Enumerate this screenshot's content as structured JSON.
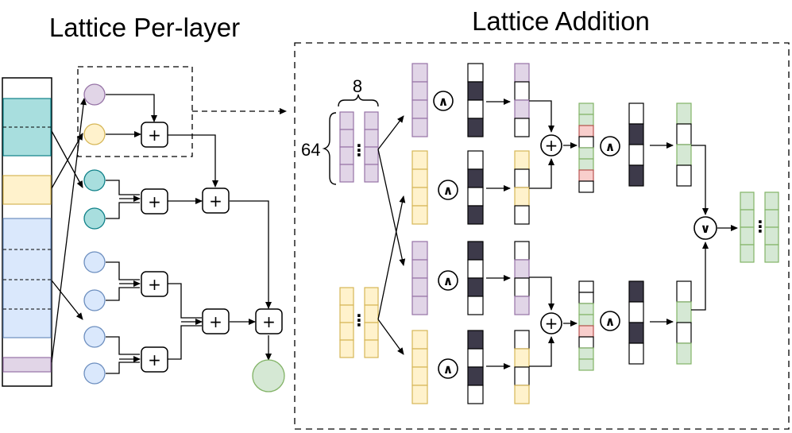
{
  "titles": {
    "left": "Lattice Per-layer",
    "right": "Lattice Addition"
  },
  "labels": {
    "width": "8",
    "height": "64",
    "vdots": "⋮"
  },
  "ops": {
    "add": "+",
    "and": "∧",
    "or": "∨"
  },
  "colors": {
    "teal": "#a8dede",
    "teal_stroke": "#0e8088",
    "yellow": "#fff2cc",
    "yellow_stroke": "#d6b656",
    "blue": "#dae8fc",
    "blue_stroke": "#6c8ebf",
    "purple": "#e1d5e7",
    "purple_stroke": "#9673a6",
    "green": "#d5e8d4",
    "green_stroke": "#82b366",
    "red": "#f8cecc",
    "red_stroke": "#b85450",
    "dark": "#3d3a4a"
  }
}
